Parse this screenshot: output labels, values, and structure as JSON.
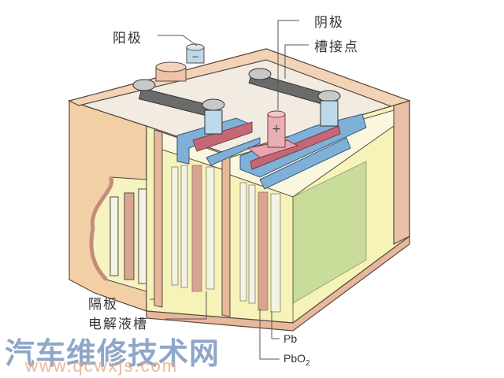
{
  "diagram": {
    "subject": "lead-acid battery cutaway",
    "labels": {
      "anode": "阳极",
      "cathode": "阴极",
      "cell_connector": "槽接点",
      "separator": "隔板",
      "electrolyte_cell": "电解液槽",
      "pb": "Pb",
      "pbo2_main": "PbO",
      "pbo2_sub": "2"
    },
    "terminal_symbols": {
      "negative": "−",
      "positive": "+"
    },
    "colors": {
      "case": "#f3cfa6",
      "case_edge": "#e7b89a",
      "lid": "#f1ebe2",
      "electrolyte": "#f5f3b8",
      "plate_pb": "#f1f3e6",
      "plate_pbo2": "#d9a492",
      "busbar_blue": "#7fb0d8",
      "busbar_red": "#c56875",
      "connector_gray": "#6b6b6b",
      "green_face": "#c9dc9a",
      "outline": "#5a4a42"
    }
  },
  "watermark": {
    "text": "汽车维修技术网",
    "url": "www.qcwxjs.com"
  }
}
